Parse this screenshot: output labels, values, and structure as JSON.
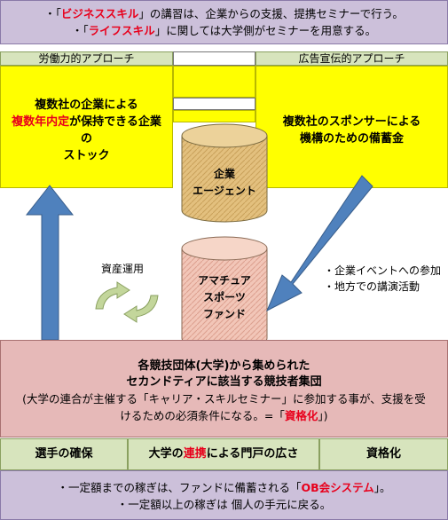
{
  "top_note": {
    "line1_prefix": "・「",
    "line1_highlight": "ビジネススキル",
    "line1_suffix": "」の講習は、企業からの支援、提携セミナーで行う。",
    "line2_prefix": "・「",
    "line2_highlight": "ライフスキル",
    "line2_suffix": "」に関しては大学側がセミナーを用意する。"
  },
  "left_label": "労働力的アプローチ",
  "right_label": "広告宣伝的アプローチ",
  "left_box": {
    "line1": "複数社の企業による",
    "line2_highlight": "複数年内定",
    "line2_suffix": "が保持できる企業",
    "line3": "の",
    "line4": "ストック"
  },
  "right_box": {
    "line1": "複数社のスポンサーによる",
    "line2": "機構のための備蓄金"
  },
  "cylinder_top": {
    "line1": "企業",
    "line2": "エージェント"
  },
  "cylinder_bottom": {
    "line1": "アマチュア",
    "line2": "スポーツ",
    "line3": "ファンド"
  },
  "asset_label": "資産運用",
  "side_notes": [
    "・企業イベントへの参加",
    "・地方での講演活動"
  ],
  "pink_box": {
    "line1": "各競技団体(大学)から集められた",
    "line2": "セカンドティアに該当する競技者集団",
    "line3": "(大学の連合が主催する「キャリア・スキルセミナー」に参加する事が、支援を受",
    "line4_prefix": "けるための必須条件になる。=「",
    "line4_highlight": "資格化",
    "line4_suffix": "」)"
  },
  "bottom_cells": {
    "left": "選手の確保",
    "middle_prefix": "大学の",
    "middle_highlight": "連携",
    "middle_suffix": "による門戸の広さ",
    "right": "資格化"
  },
  "bottom_note": {
    "line1_prefix": "・一定額までの稼ぎは、ファンドに備蓄される「",
    "line1_highlight": "OB会システム",
    "line1_suffix": "」。",
    "line2": "・一定額以上の稼ぎは 個人の手元に戻る。"
  },
  "colors": {
    "lavender": "#ccc0da",
    "light_green": "#d7e4bd",
    "yellow": "#ffff00",
    "pink": "#e6b9b8",
    "arrow_blue": "#4f81bd",
    "highlight_red": "#e8001c"
  }
}
